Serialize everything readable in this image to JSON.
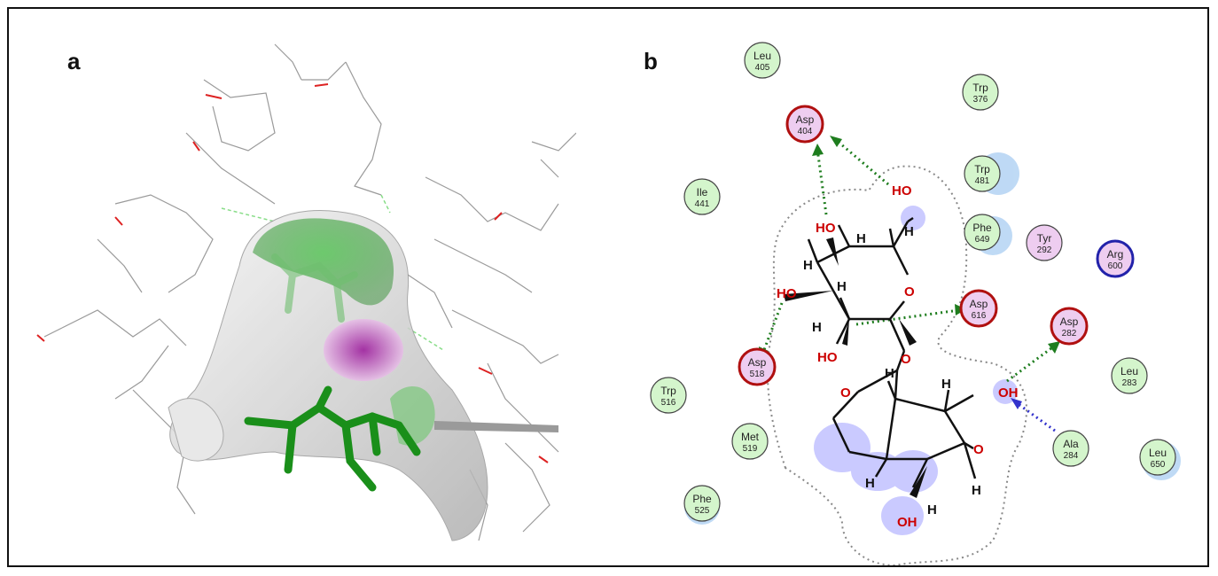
{
  "panels": {
    "a": {
      "label": "a"
    },
    "b": {
      "label": "b"
    }
  },
  "colors": {
    "ligand_green": "#1a8f1a",
    "hbond_green": "#1e7d1e",
    "hbond_blue": "#3333cc",
    "residue_green_fill": "#d4f5cc",
    "residue_pink_fill": "#eecdf0",
    "residue_red_ring": "#b01010",
    "residue_blue_ring": "#2222aa",
    "oxygen_red": "#cc0000",
    "surface_gray": "#cfcfcf",
    "surface_magenta": "#b030b0"
  },
  "residues": [
    {
      "name": "Leu",
      "num": "405",
      "type": "green"
    },
    {
      "name": "Trp",
      "num": "376",
      "type": "green"
    },
    {
      "name": "Asp",
      "num": "404",
      "type": "acidic"
    },
    {
      "name": "Trp",
      "num": "481",
      "type": "green-exposed"
    },
    {
      "name": "Ile",
      "num": "441",
      "type": "green"
    },
    {
      "name": "Phe",
      "num": "649",
      "type": "green-exposed"
    },
    {
      "name": "Tyr",
      "num": "292",
      "type": "pink"
    },
    {
      "name": "Arg",
      "num": "600",
      "type": "basic"
    },
    {
      "name": "Asp",
      "num": "616",
      "type": "acidic"
    },
    {
      "name": "Asp",
      "num": "282",
      "type": "acidic"
    },
    {
      "name": "Asp",
      "num": "518",
      "type": "acidic"
    },
    {
      "name": "Leu",
      "num": "283",
      "type": "green"
    },
    {
      "name": "Trp",
      "num": "516",
      "type": "green"
    },
    {
      "name": "Met",
      "num": "519",
      "type": "green"
    },
    {
      "name": "Ala",
      "num": "284",
      "type": "green"
    },
    {
      "name": "Leu",
      "num": "650",
      "type": "green-exposed"
    },
    {
      "name": "Phe",
      "num": "525",
      "type": "green-exposed"
    }
  ],
  "atoms": {
    "H": "H",
    "O": "O",
    "HO": "HO",
    "OH": "OH"
  }
}
